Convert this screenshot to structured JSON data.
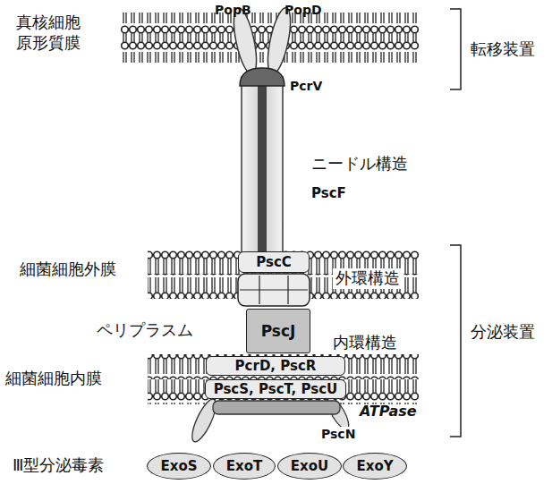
{
  "diagram": {
    "nodes": [
      {
        "text": [
          "PscC"
        ]
      },
      {
        "text": [
          "PscJ"
        ]
      },
      {
        "text": [
          "PcrD, PscR"
        ]
      },
      {
        "text": [
          "PscS, PscT, PscU"
        ]
      },
      {
        "text": [
          "ExoS"
        ]
      },
      {
        "text": [
          "ExoT"
        ]
      },
      {
        "text": [
          "ExoU"
        ]
      },
      {
        "text": [
          "ExoY"
        ]
      }
    ],
    "edges": [],
    "labels": [
      "真核細胞 原形質膜",
      "PopB",
      "PopD",
      "PcrV",
      "転移装置",
      "ニードル構造",
      "PscF",
      "細菌細胞外膜",
      "外環構造",
      "ペリプラスム",
      "内環構造",
      "分泌装置",
      "細菌細胞内膜",
      "ATPase",
      "PscN",
      "Ⅲ型分泌毒素"
    ]
  }
}
